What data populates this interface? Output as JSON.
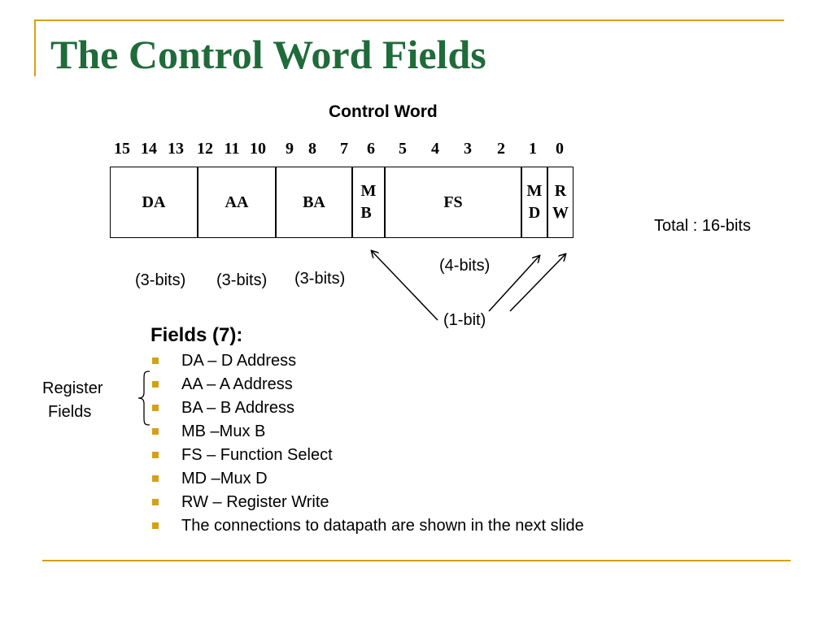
{
  "slide": {
    "title": "The Control Word Fields"
  },
  "control_word": {
    "heading": "Control Word",
    "bit_numbers": [
      "15",
      "14",
      "13",
      "12",
      "11",
      "10",
      "9",
      "8",
      "7",
      "6",
      "5",
      "4",
      "3",
      "2",
      "1",
      "0"
    ],
    "fields": {
      "da": "DA",
      "aa": "AA",
      "ba": "BA",
      "mb_line1": "M",
      "mb_line2": "B",
      "fs": "FS",
      "md_line1": "M",
      "md_line2": "D",
      "rw_line1": "R",
      "rw_line2": "W"
    },
    "total": "Total : 16-bits",
    "width_labels": {
      "da": "(3-bits)",
      "aa": "(3-bits)",
      "ba": "(3-bits)",
      "fs": "(4-bits)",
      "one_bit": "(1-bit)"
    }
  },
  "fields_section": {
    "heading": "Fields (7):",
    "items": [
      "DA – D Address",
      "AA – A Address",
      "BA – B Address",
      "MB –Mux B",
      "FS – Function Select",
      "MD –Mux D",
      "RW – Register Write",
      "The connections to datapath are shown in the next slide"
    ],
    "register_label_line1": "Register",
    "register_label_line2": "Fields"
  },
  "colors": {
    "title": "#1f6b3a",
    "accent": "#d4a017"
  }
}
